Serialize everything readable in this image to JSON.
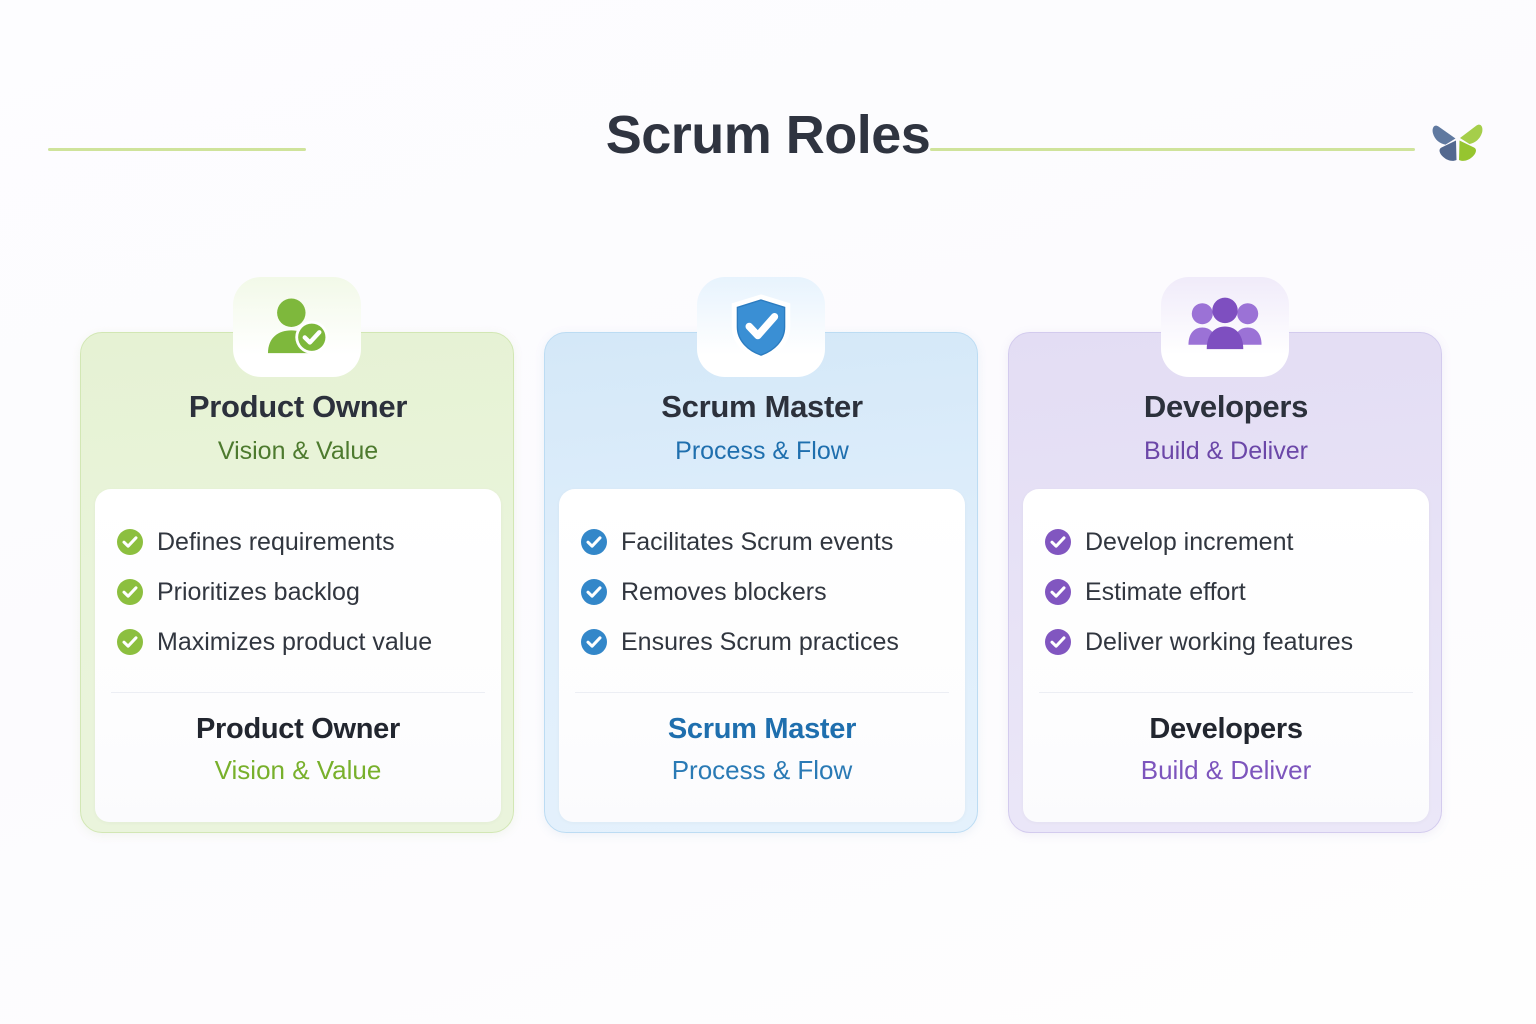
{
  "header": {
    "title": "Scrum Roles",
    "rule_color": "#cfe39b",
    "title_color": "#2f3440",
    "logo": {
      "name": "butterfly-logo",
      "blue": "#5b7094",
      "green": "#9acd3c"
    }
  },
  "cards": [
    {
      "id": "product-owner",
      "icon": "person-check-icon",
      "accent": "#8cbf3f",
      "title": "Product Owner",
      "subtitle": "Vision & Value",
      "bullets": [
        "Defines requirements",
        "Prioritizes backlog",
        "Maximizes product value"
      ],
      "footer_title": "Product Owner",
      "footer_subtitle": "Vision & Value"
    },
    {
      "id": "scrum-master",
      "icon": "shield-check-icon",
      "accent": "#3387c9",
      "title": "Scrum Master",
      "subtitle": "Process & Flow",
      "bullets": [
        "Facilitates Scrum events",
        "Removes blockers",
        "Ensures Scrum practices"
      ],
      "footer_title": "Scrum Master",
      "footer_subtitle": "Process & Flow"
    },
    {
      "id": "developers",
      "icon": "people-group-icon",
      "accent": "#8156c0",
      "title": "Developers",
      "subtitle": "Build & Deliver",
      "bullets": [
        "Develop increment",
        "Estimate effort",
        "Deliver working features"
      ],
      "footer_title": "Developers",
      "footer_subtitle": "Build & Deliver"
    }
  ]
}
